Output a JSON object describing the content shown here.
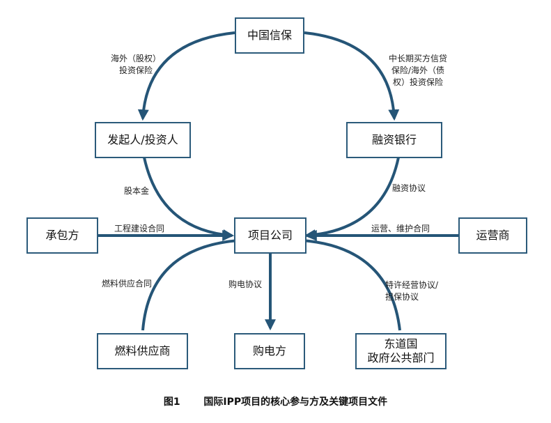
{
  "nodes": {
    "sinosure": "中国信保",
    "sponsor": "发起人/投资人",
    "bank": "融资银行",
    "contractor": "承包方",
    "project_company": "项目公司",
    "operator": "运营商",
    "fuel_supplier": "燃料供应商",
    "power_purchaser": "购电方",
    "host_gov_line1": "东道国",
    "host_gov_line2": "政府公共部门"
  },
  "edge_labels": {
    "overseas_investment_line1": "海外（股权）",
    "overseas_investment_line2": "投资保险",
    "credit_insurance_line1": "中长期买方信贷",
    "credit_insurance_line2": "保险/海外（债",
    "credit_insurance_line3": "权）投资保险",
    "equity": "股本金",
    "financing_agreement": "融资协议",
    "epc_contract": "工程建设合同",
    "om_contract": "运营、维护合同",
    "fuel_supply_contract": "燃料供应合同",
    "ppa": "购电协议",
    "concession_line1": "特许经营协议/",
    "concession_line2": "担保协议"
  },
  "caption": {
    "figure_no": "图1",
    "title": "国际IPP项目的核心参与方及关键项目文件"
  },
  "colors": {
    "arrow": "#255577",
    "border": "#2b5a7a"
  }
}
